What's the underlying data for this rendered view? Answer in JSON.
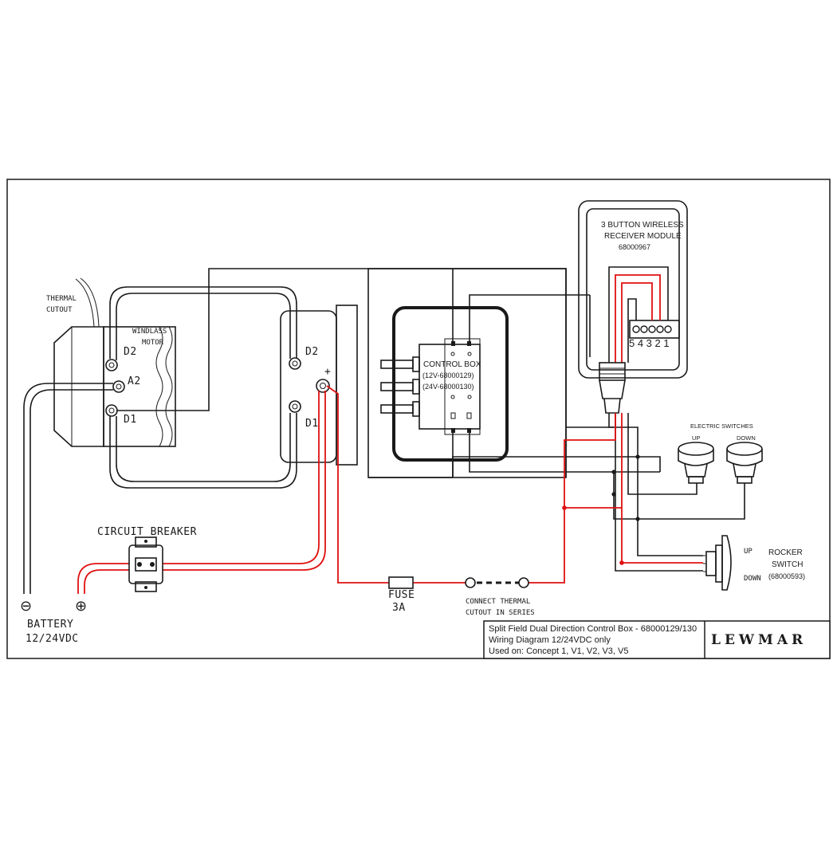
{
  "diagram": {
    "thermal_cutout": [
      "THERMAL",
      "CUTOUT"
    ],
    "windlass_motor": [
      "WINDLASS",
      "MOTOR"
    ],
    "motor_terminals_left": {
      "d2": "D2",
      "a2": "A2",
      "d1": "D1"
    },
    "motor_terminals_right": {
      "d2": "D2",
      "plus": "+",
      "d1": "D1"
    },
    "control_box": [
      "CONTROL BOX",
      "(12V-68000129)",
      "(24V-68000130)"
    ],
    "receiver_module": [
      "3 BUTTON WIRELESS",
      "RECEIVER MODULE",
      "68000967"
    ],
    "receiver_terminals": "5 4 3 2 1",
    "electric_switches": {
      "title": "ELECTRIC SWITCHES",
      "up": "UP",
      "down": "DOWN"
    },
    "rocker_switch": {
      "up": "UP",
      "down": "DOWN",
      "label": [
        "ROCKER",
        "SWITCH",
        "(68000593)"
      ]
    },
    "circuit_breaker": "CIRCUIT BREAKER",
    "fuse": [
      "FUSE",
      "3A"
    ],
    "thermal_series": [
      "CONNECT THERMAL",
      "CUTOUT IN SERIES"
    ],
    "battery": {
      "minus": "⊖",
      "plus": "⊕",
      "label": [
        "BATTERY",
        "12/24VDC"
      ]
    }
  },
  "title_block": {
    "lines": [
      "Split Field Dual Direction Control Box - 68000129/130",
      "Wiring Diagram 12/24VDC only",
      "Used on: Concept 1, V1, V2, V3, V5"
    ],
    "logo": "LEWMAR"
  },
  "colors": {
    "wire_black": "#1a1a1a",
    "wire_red": "#e01010"
  }
}
